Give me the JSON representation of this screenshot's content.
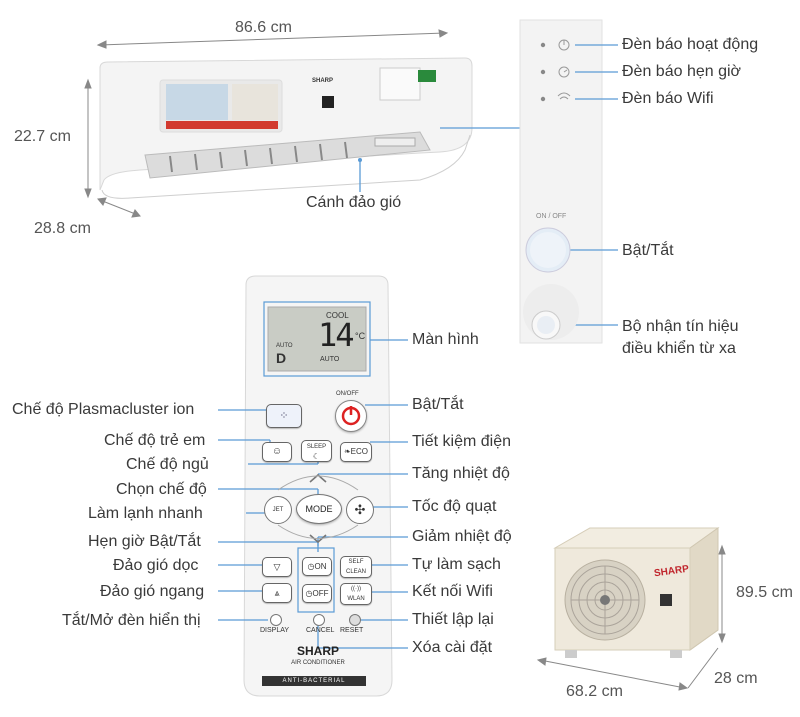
{
  "dimensions": {
    "indoor_width": "86.6 cm",
    "indoor_height": "22.7 cm",
    "indoor_depth": "28.8 cm",
    "outdoor_height": "89.5 cm",
    "outdoor_width": "68.2 cm",
    "outdoor_depth": "28 cm"
  },
  "indoor_unit": {
    "brand": "SHARP",
    "louver_label": "Cánh đảo gió"
  },
  "panel": {
    "operation_led": "Đèn báo hoạt động",
    "timer_led": "Đèn báo hẹn giờ",
    "wifi_led": "Đèn báo Wifi",
    "onoff_caption": "ON / OFF",
    "onoff_label": "Bật/Tắt",
    "receiver_label_1": "Bộ nhận tín hiệu",
    "receiver_label_2": "điều khiển từ xa"
  },
  "remote": {
    "screen": {
      "mode": "COOL",
      "temp": "14",
      "unit": "°C",
      "fan": "AUTO",
      "auto": "AUTO"
    },
    "buttons": {
      "onoff": "ON/OFF",
      "sleep": "SLEEP",
      "eco": "ECO",
      "mode": "MODE",
      "jet": "JET",
      "on": "ON",
      "off": "OFF",
      "self_clean_1": "SELF",
      "self_clean_2": "CLEAN",
      "wlan": "WLAN",
      "display": "DISPLAY",
      "cancel": "CANCEL",
      "reset": "RESET"
    },
    "brand": "SHARP",
    "product": "AIR CONDITIONER",
    "tag": "ANTI-BACTERIAL"
  },
  "callouts": {
    "screen": "Màn hình",
    "plasmacluster": "Chế độ Plasmacluster ion",
    "onoff": "Bật/Tắt",
    "child": "Chế độ trẻ em",
    "eco": "Tiết kiệm điện",
    "sleep": "Chế độ ngủ",
    "temp_up": "Tăng nhiệt độ",
    "mode": "Chọn chế độ",
    "fan": "Tốc độ quạt",
    "jet": "Làm lạnh nhanh",
    "temp_down": "Giảm nhiệt độ",
    "timer": "Hẹn giờ Bật/Tắt",
    "self_clean": "Tự làm sạch",
    "vertical_swing": "Đảo gió dọc",
    "wifi": "Kết nối Wifi",
    "horizontal_swing": "Đảo gió ngang",
    "display": "Tắt/Mở đèn hiển thị",
    "reset": "Thiết lập lại",
    "cancel": "Xóa cài đặt"
  },
  "outdoor_unit": {
    "brand": "SHARP"
  }
}
